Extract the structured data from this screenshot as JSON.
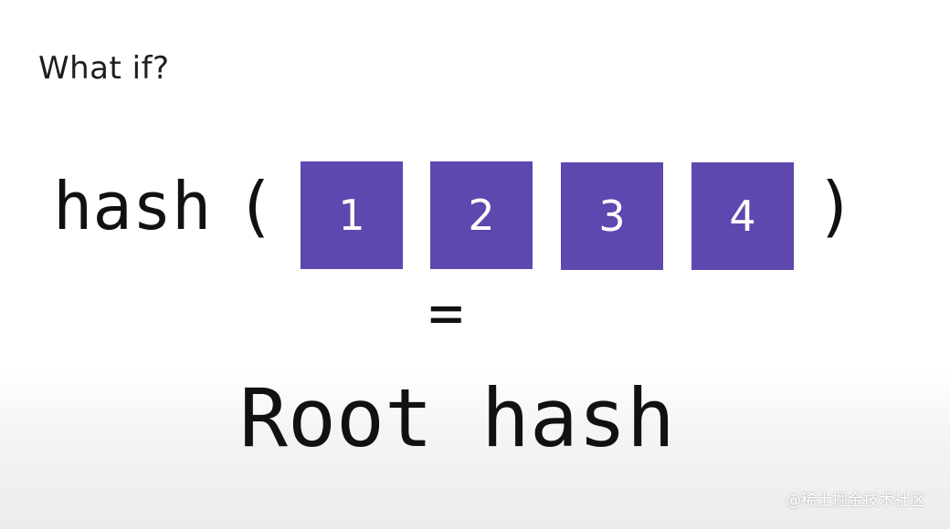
{
  "question": "What if?",
  "formula": {
    "function_name": "hash",
    "open_paren": "(",
    "close_paren": ")",
    "blocks": [
      {
        "label": "1"
      },
      {
        "label": "2"
      },
      {
        "label": "3"
      },
      {
        "label": "4"
      }
    ],
    "equals": "=",
    "result": "Root hash"
  },
  "colors": {
    "block_fill": "#5e47ae",
    "block_text": "#ffffff",
    "text": "#111111"
  },
  "watermark": "@稀土掘金技术社区"
}
